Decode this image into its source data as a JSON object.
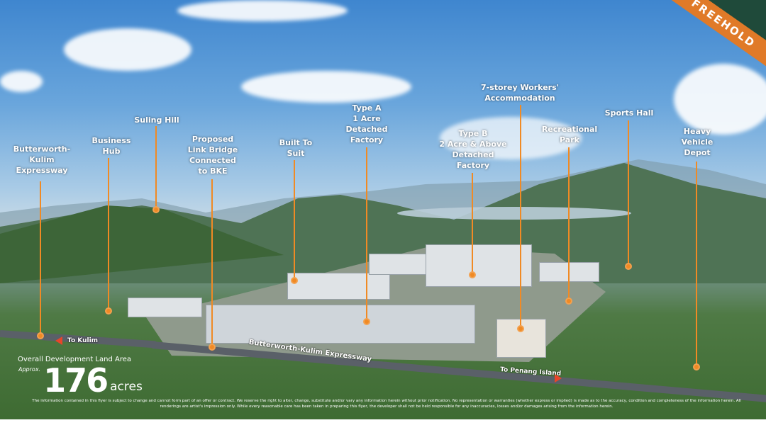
{
  "badge": "FREEHOLD",
  "labels": [
    {
      "text": "Butterworth-\nKulim\nExpressway"
    },
    {
      "text": "Business\nHub"
    },
    {
      "text": "Suling Hill"
    },
    {
      "text": "Proposed\nLink Bridge\nConnected\nto BKE"
    },
    {
      "text": "Built To\nSuit"
    },
    {
      "text": "Type A\n1 Acre\nDetached\nFactory"
    },
    {
      "text": "Type B\n2 Acre & Above\nDetached\nFactory"
    },
    {
      "text": "7-storey Workers'\nAccommodation"
    },
    {
      "text": "Recreational\nPark"
    },
    {
      "text": "Sports Hall"
    },
    {
      "text": "Heavy\nVehicle\nDepot"
    }
  ],
  "roads": {
    "to_kulim": "To Kulim",
    "expressway": "Butterworth-Kulim Expressway",
    "to_penang": "To Penang Island"
  },
  "land": {
    "title": "Overall Development Land Area",
    "approx": "Approx.",
    "value": "176",
    "unit": "acres"
  },
  "disclaimer": "The information contained in this flyer is subject to change and cannot form part of an offer or contract. We reserve the right to alter, change, substitute and/or vary any information herein without prior notification. No representation or warranties (whether express or implied) is made as to the accuracy, condition and completeness of the information herein. All renderings are artist's impression only. While every reasonable care has been taken in preparing this flyer, the developer shall not be held responsible for any inaccuracies, losses and/or damages arising from the information herein.",
  "colors": {
    "accent": "#f08a24",
    "badge": "#e07a28",
    "corner": "#1f4a3a"
  }
}
